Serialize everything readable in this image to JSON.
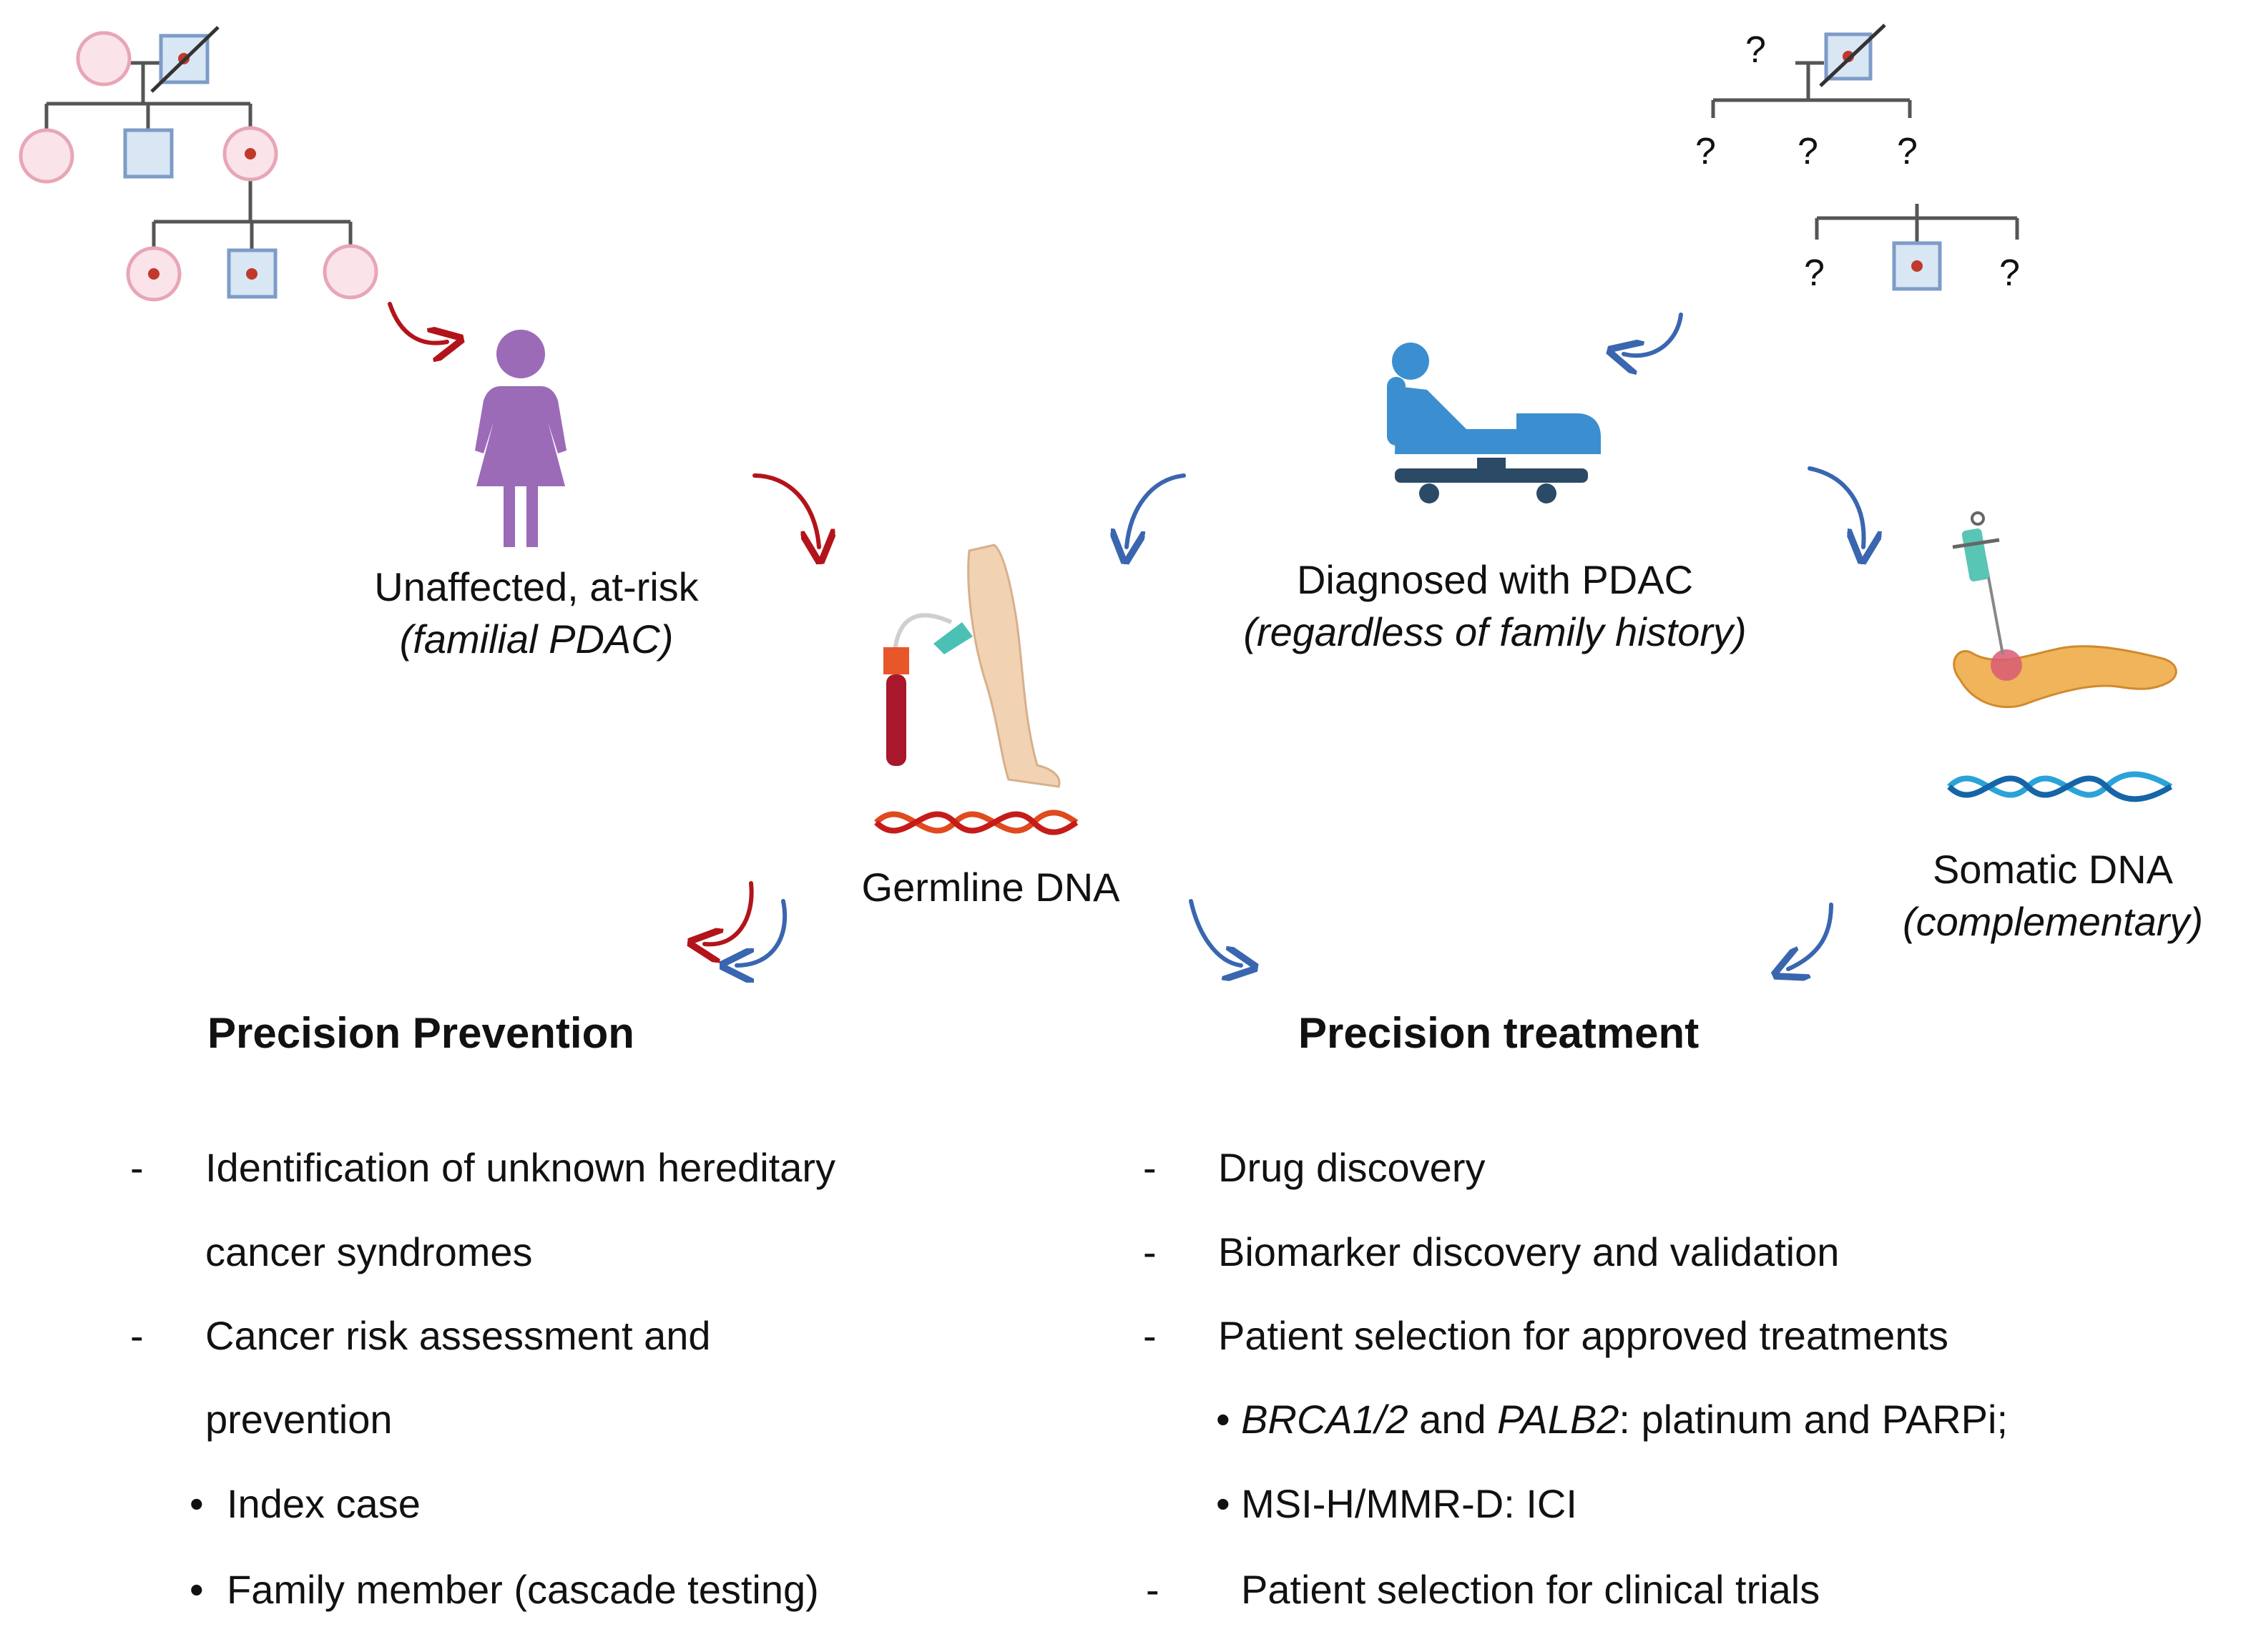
{
  "labels": {
    "unaffected": "Unaffected, at-risk",
    "unaffected_sub": "(familial PDAC)",
    "diagnosed": "Diagnosed with PDAC",
    "diagnosed_sub": "(regardless of family history)",
    "germline": "Germline DNA",
    "somatic": "Somatic DNA",
    "somatic_sub": "(complementary)"
  },
  "pedigree_unknown_marker": "?",
  "colors": {
    "arrow_red": "#b3141b",
    "arrow_blue": "#3a66b0",
    "female_fill": "#fbe3ea",
    "female_stroke": "#e7a6b6",
    "male_fill": "#d9e6f4",
    "male_stroke": "#7d9cc7",
    "affected_dot": "#c0392b",
    "woman_icon": "#9b6bb7",
    "bed_blue": "#3b8fd0",
    "bed_dark": "#2b4a66"
  },
  "prevention": {
    "heading": "Precision Prevention",
    "items": [
      {
        "bullet": "-",
        "text": "Identification of unknown hereditary"
      },
      {
        "bullet": "",
        "text": "cancer syndromes"
      },
      {
        "bullet": "-",
        "text": "Cancer risk assessment and"
      },
      {
        "bullet": "",
        "text": "prevention"
      },
      {
        "bullet": "•",
        "text": "Index case"
      },
      {
        "bullet": "•",
        "text": "Family member (cascade testing)"
      }
    ]
  },
  "treatment": {
    "heading": "Precision treatment",
    "items": [
      {
        "bullet": "-",
        "text": "Drug discovery"
      },
      {
        "bullet": "-",
        "text": "Biomarker discovery and validation"
      },
      {
        "bullet": "-",
        "text": "Patient selection for approved treatments"
      }
    ],
    "sub_items": {
      "gene1": "BRCA1/2",
      "and": " and ",
      "gene2": "PALB2",
      "therapy": ": platinum and PARPi;",
      "msi": "MSI-H/MMR-D: ICI"
    },
    "last_item": {
      "bullet": "-",
      "text": "Patient selection for clinical trials"
    }
  }
}
